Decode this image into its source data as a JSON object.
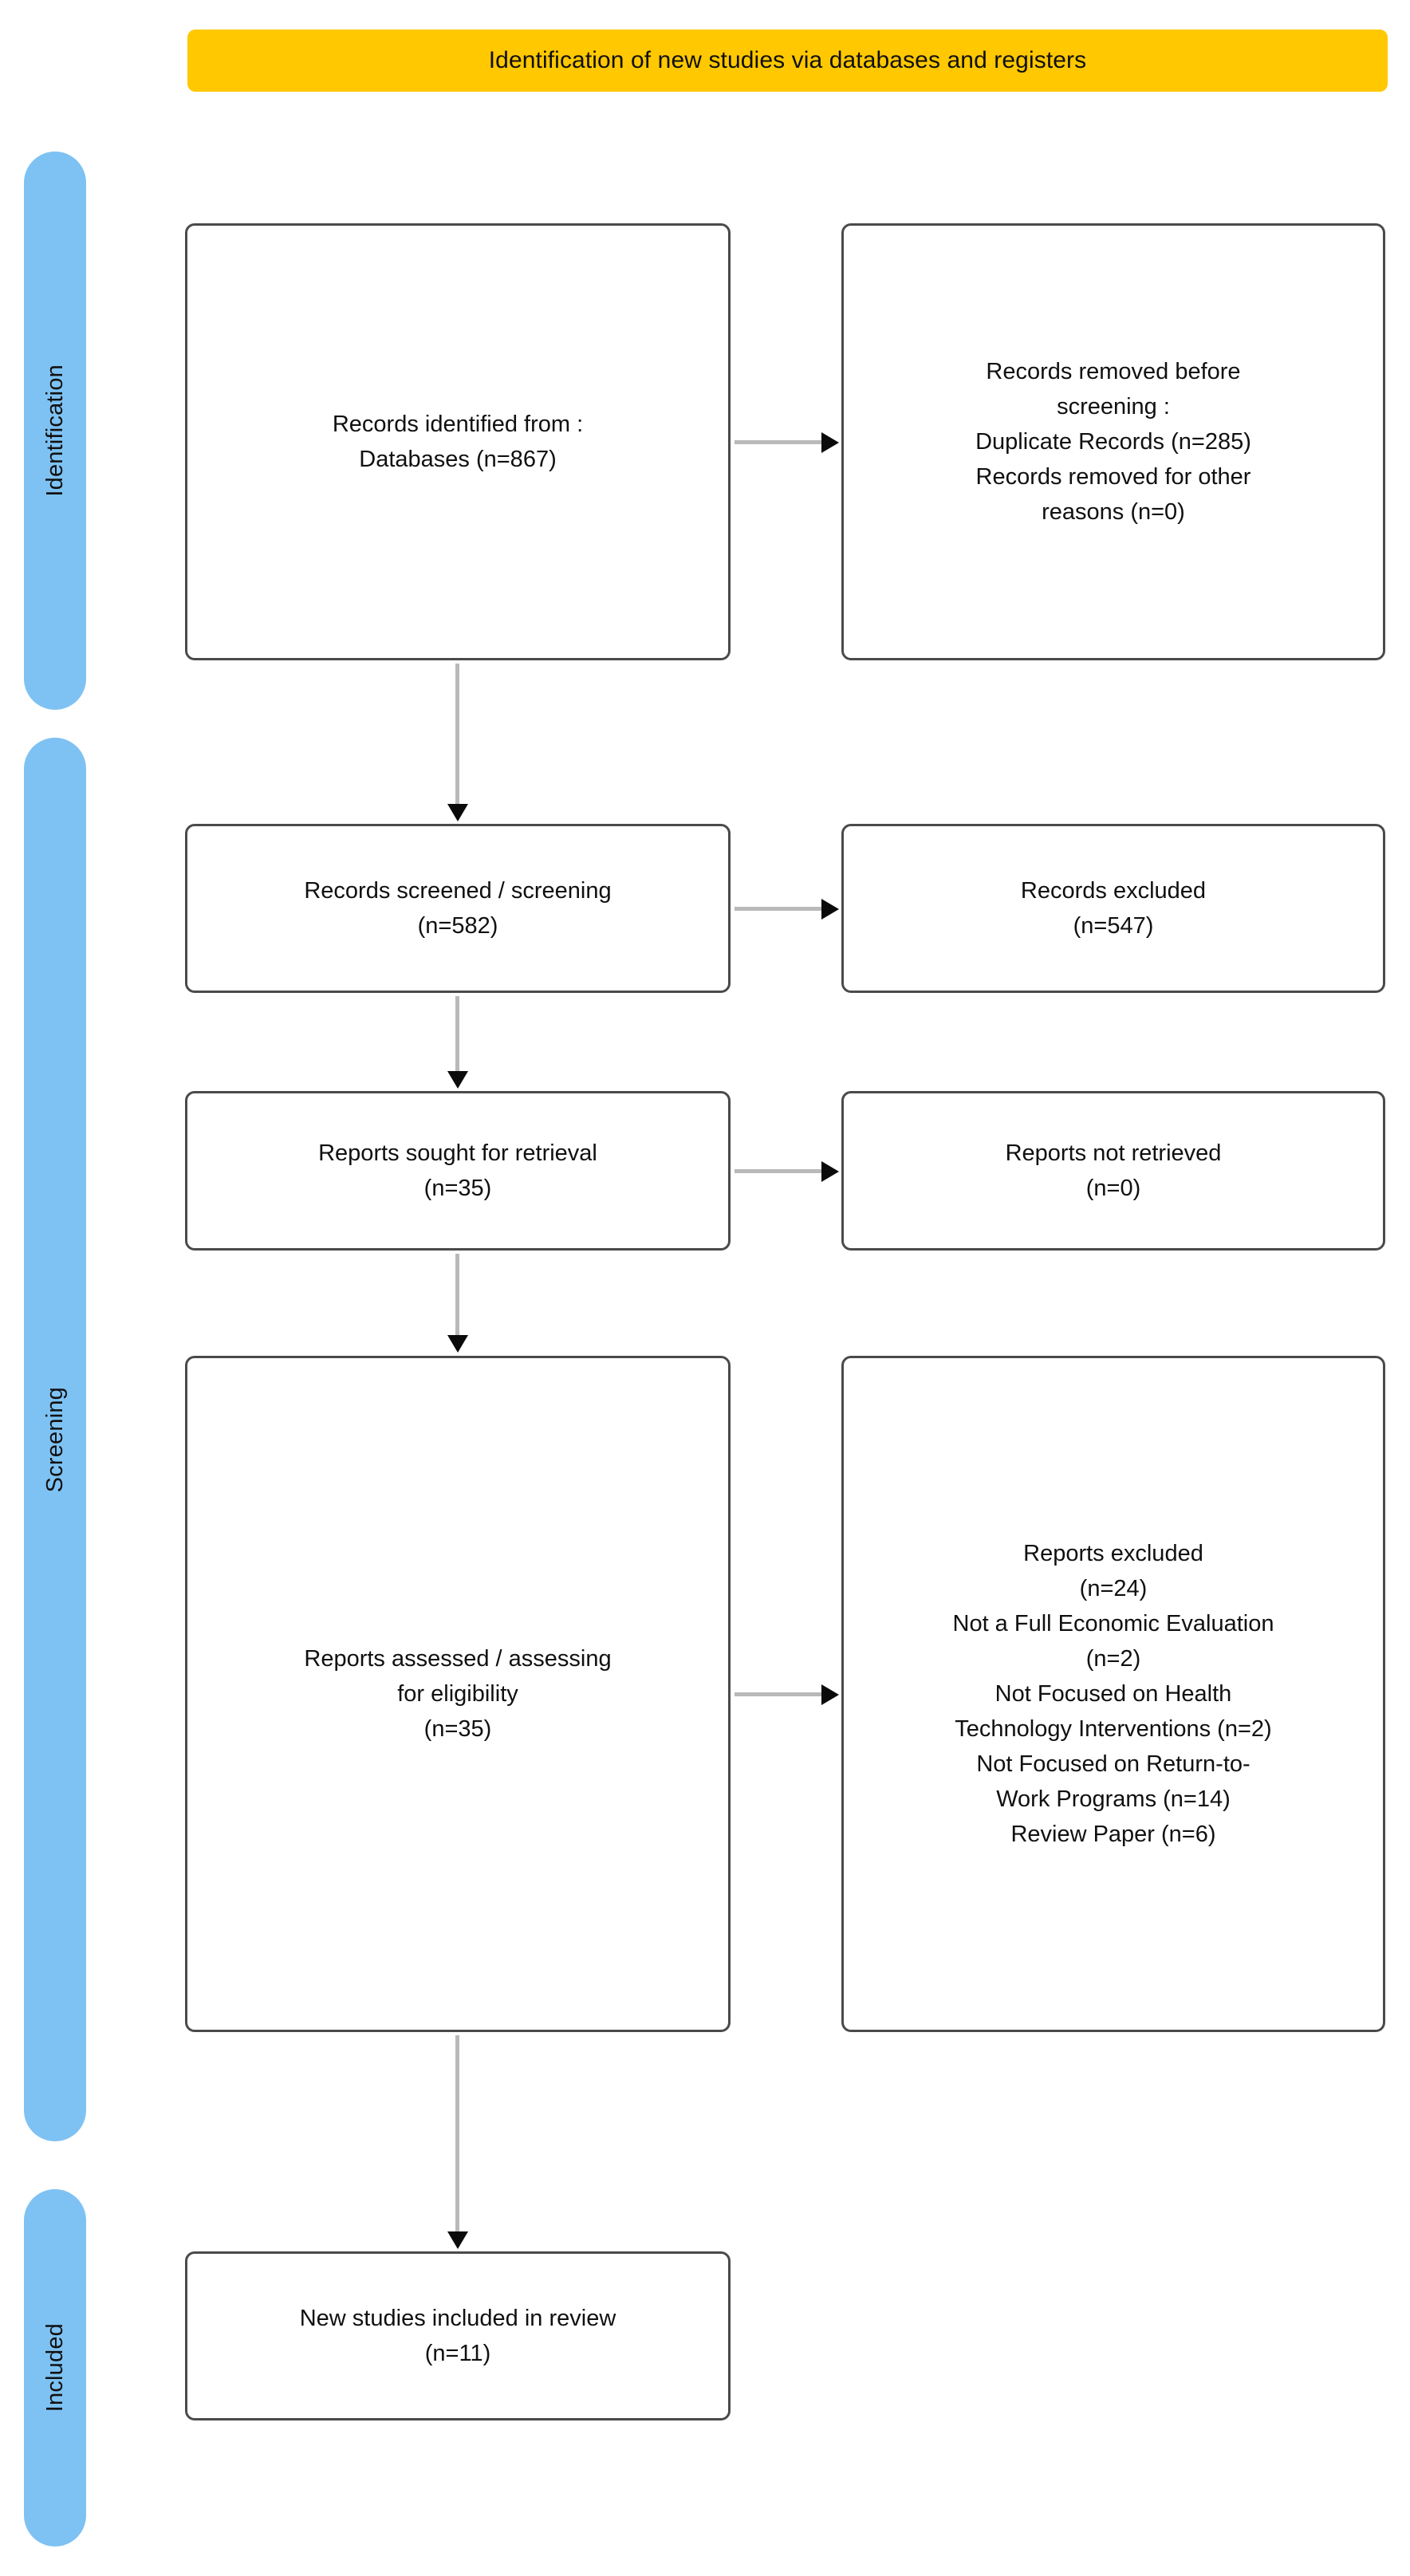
{
  "banner": {
    "title": "Identification of new studies via databases and registers",
    "color": "#FFC800"
  },
  "rails": {
    "color": "#7EC2F3",
    "items": [
      {
        "id": "identification",
        "label": "Identification"
      },
      {
        "id": "screening",
        "label": "Screening"
      },
      {
        "id": "included",
        "label": "Included"
      }
    ]
  },
  "boxes": {
    "identified": "Records identified from :\nDatabases (n=867)",
    "removed": "Records removed before\nscreening :\nDuplicate Records (n=285)\nRecords removed for other\nreasons (n=0)",
    "screened": "Records screened / screening\n(n=582)",
    "records_excluded": "Records excluded\n(n=547)",
    "sought": "Reports sought for retrieval\n(n=35)",
    "not_retrieved": "Reports not retrieved\n(n=0)",
    "assessed": "Reports assessed / assessing\nfor eligibility\n(n=35)",
    "reports_excluded": "Reports excluded\n(n=24)\nNot a Full Economic Evaluation\n(n=2)\nNot Focused on Health\nTechnology Interventions (n=2)\nNot Focused on Return-to-\nWork Programs (n=14)\nReview Paper (n=6)",
    "included": "New studies included in review\n(n=11)"
  },
  "chart_data": {
    "type": "diagram",
    "title": "Identification of new studies via databases and registers",
    "stages": [
      "Identification",
      "Screening",
      "Included"
    ],
    "nodes": [
      {
        "id": "identified",
        "stage": "Identification",
        "column": "left",
        "label": "Records identified from : Databases",
        "n": 867
      },
      {
        "id": "removed",
        "stage": "Identification",
        "column": "right",
        "label": "Records removed before screening",
        "items": [
          {
            "label": "Duplicate Records",
            "n": 285
          },
          {
            "label": "Records removed for other reasons",
            "n": 0
          }
        ]
      },
      {
        "id": "screened",
        "stage": "Screening",
        "column": "left",
        "label": "Records screened / screening",
        "n": 582
      },
      {
        "id": "records_excluded",
        "stage": "Screening",
        "column": "right",
        "label": "Records excluded",
        "n": 547
      },
      {
        "id": "sought",
        "stage": "Screening",
        "column": "left",
        "label": "Reports sought for retrieval",
        "n": 35
      },
      {
        "id": "not_retrieved",
        "stage": "Screening",
        "column": "right",
        "label": "Reports not retrieved",
        "n": 0
      },
      {
        "id": "assessed",
        "stage": "Screening",
        "column": "left",
        "label": "Reports assessed / assessing for eligibility",
        "n": 35
      },
      {
        "id": "reports_excluded",
        "stage": "Screening",
        "column": "right",
        "label": "Reports excluded",
        "n": 24,
        "items": [
          {
            "label": "Not a Full Economic Evaluation",
            "n": 2
          },
          {
            "label": "Not Focused on Health Technology Interventions",
            "n": 2
          },
          {
            "label": "Not Focused on Return-to-Work Programs",
            "n": 14
          },
          {
            "label": "Review Paper",
            "n": 6
          }
        ]
      },
      {
        "id": "included",
        "stage": "Included",
        "column": "left",
        "label": "New studies included in review",
        "n": 11
      }
    ],
    "edges": [
      {
        "from": "identified",
        "to": "removed",
        "direction": "right"
      },
      {
        "from": "identified",
        "to": "screened",
        "direction": "down"
      },
      {
        "from": "screened",
        "to": "records_excluded",
        "direction": "right"
      },
      {
        "from": "screened",
        "to": "sought",
        "direction": "down"
      },
      {
        "from": "sought",
        "to": "not_retrieved",
        "direction": "right"
      },
      {
        "from": "sought",
        "to": "assessed",
        "direction": "down"
      },
      {
        "from": "assessed",
        "to": "reports_excluded",
        "direction": "right"
      },
      {
        "from": "assessed",
        "to": "included",
        "direction": "down"
      }
    ]
  }
}
